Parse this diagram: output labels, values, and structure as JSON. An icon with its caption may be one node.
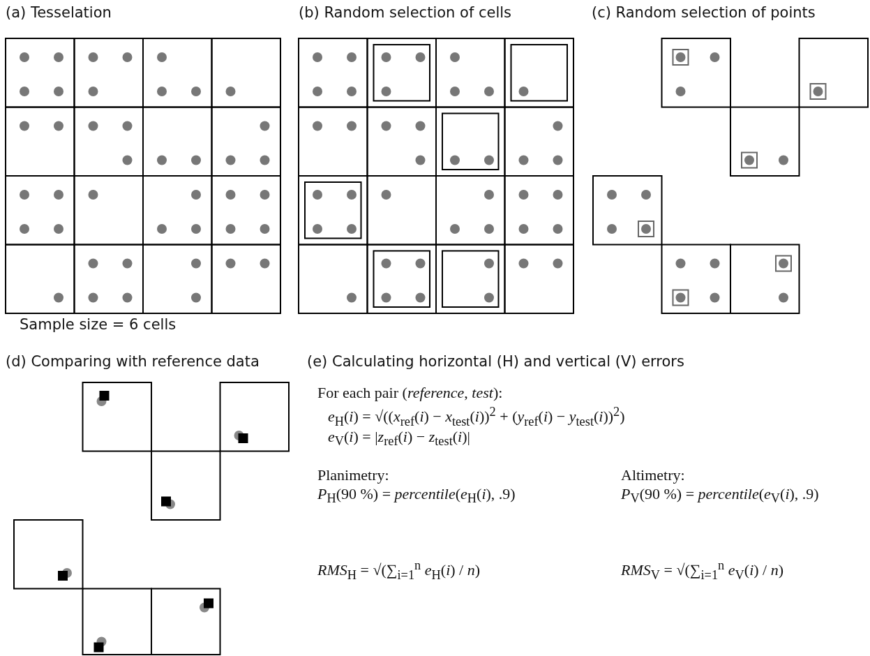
{
  "diagram": {
    "labels": [
      "(a) Tesselation",
      "(b) Random selection of cells",
      "(c) Random selection of points",
      "Sample size = 6 cells",
      "(d) Comparing with reference data",
      "(e) Calculating horizontal (H) and vertical (V) errors",
      "For each pair (*reference*, *test*):",
      "*e*$_{H}$(*i*) = √((*x*$_{ref}$(*i*) − *x*$_{test}$(*i*))$^{2}$ + (*y*$_{ref}$(*i*) − *y*$_{test}$(*i*))$^{2}$)",
      "*e*$_{V}$(*i*) = |*z*$_{ref}$(*i*) − *z*$_{test}$(*i*)|",
      "Planimetry:",
      "Altimetry:",
      "*P*$_{H}$(90 %) = *percentile*(*e*$_{H}$(*i*), .9)",
      "*P*$_{V}$(90 %) = *percentile*(*e*$_{V}$(*i*), .9)",
      "*RMS*$_{H}$ = √(∑$_{i=1}$$^{n}$ *e*$_{H}$(*i*) / *n*)",
      "*RMS*$_{V}$ = √(∑$_{i=1}$$^{n}$ *e*$_{V}$(*i*) / *n*)"
    ]
  }
}
